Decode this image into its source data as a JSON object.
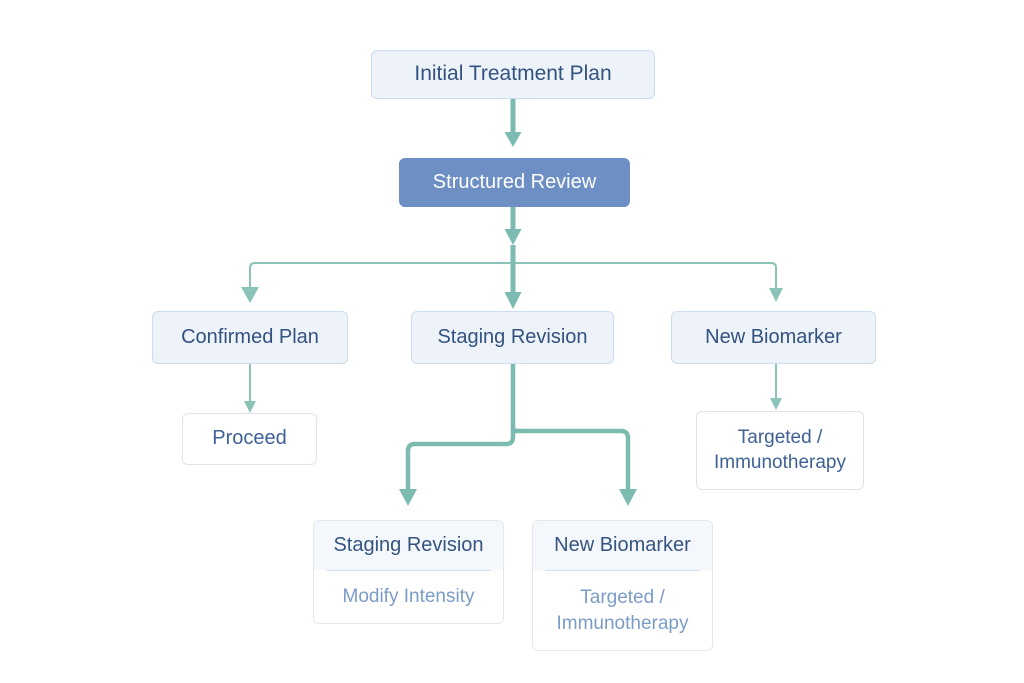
{
  "diagram": {
    "title": "Initial Treatment Plan structured review flowchart",
    "background_color": "#ffffff",
    "accent_connector_color": "#7cbcb0",
    "primary_node_color": "#6d8fc4",
    "tinted_node_color": "#eef3fa",
    "tinted_node_border": "#ccdcef",
    "node_text_color": "#32527f",
    "muted_text_color": "#7b9cc6"
  },
  "nodes": {
    "initial_plan": {
      "label": "Initial Treatment Plan"
    },
    "structured_review": {
      "label": "Structured Review"
    },
    "confirmed_plan": {
      "label": "Confirmed Plan"
    },
    "staging_revision": {
      "label": "Staging Revision"
    },
    "new_biomarker": {
      "label": "New Biomarker"
    },
    "proceed": {
      "label": "Proceed"
    },
    "targeted_immunotherapy": {
      "line1": "Targeted /",
      "line2": "Immunotherapy"
    }
  },
  "cards": {
    "staging_revision_card": {
      "header": "Staging Revision",
      "body": "Modify Intensity"
    },
    "new_biomarker_card": {
      "header": "New Biomarker",
      "body_line1": "Targeted /",
      "body_line2": "Immunotherapy"
    }
  },
  "edges": [
    {
      "name": "initial-plan-to-structured-review",
      "from": "initial_plan",
      "to": "structured_review",
      "style": "thick-straight-arrow"
    },
    {
      "name": "structured-review-to-branch-bar",
      "from": "structured_review",
      "to": "branch_bar",
      "style": "thick-straight-arrow"
    },
    {
      "name": "branch-to-confirmed-plan",
      "from": "branch_bar",
      "to": "confirmed_plan",
      "style": "thin-elbow-arrow"
    },
    {
      "name": "branch-to-staging-revision",
      "from": "branch_bar",
      "to": "staging_revision",
      "style": "thick-straight-arrow"
    },
    {
      "name": "branch-to-new-biomarker",
      "from": "branch_bar",
      "to": "new_biomarker",
      "style": "thin-elbow-arrow"
    },
    {
      "name": "confirmed-plan-to-proceed",
      "from": "confirmed_plan",
      "to": "proceed",
      "style": "thin-straight-arrow"
    },
    {
      "name": "new-biomarker-to-targeted",
      "from": "new_biomarker",
      "to": "targeted_immunotherapy",
      "style": "thin-straight-arrow"
    },
    {
      "name": "staging-revision-to-staging-card",
      "from": "staging_revision",
      "to": "staging_revision_card",
      "style": "thick-elbow-arrow"
    },
    {
      "name": "staging-revision-to-biomarker-card",
      "from": "staging_revision",
      "to": "new_biomarker_card",
      "style": "thick-elbow-arrow"
    }
  ]
}
